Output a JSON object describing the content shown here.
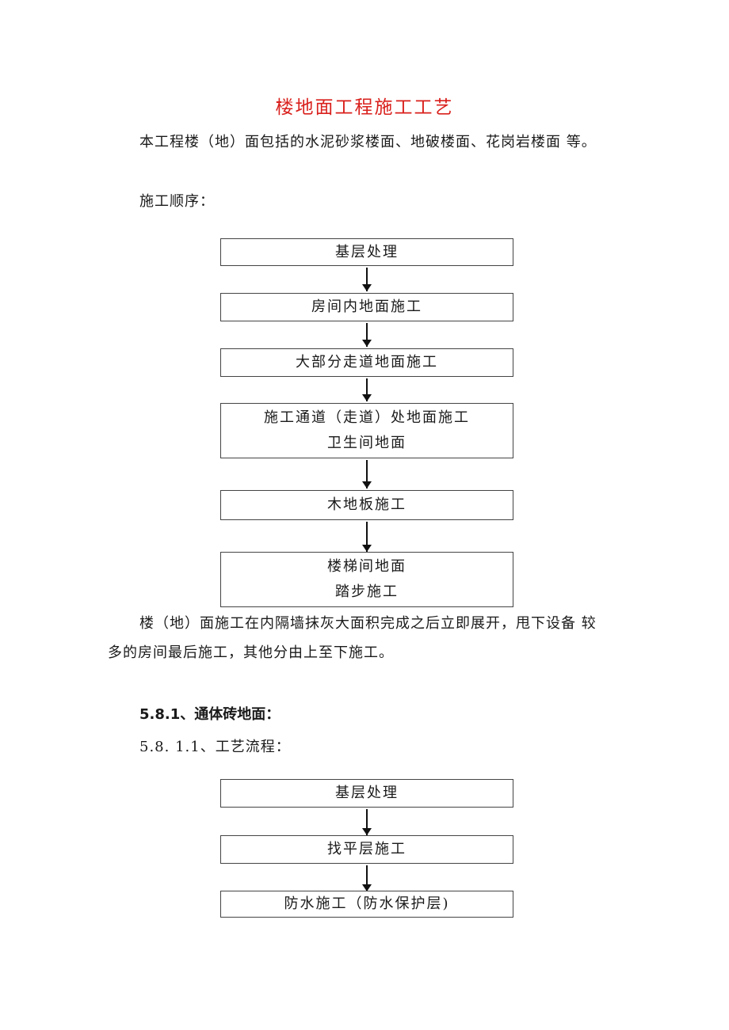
{
  "title": "楼地面工程施工工艺",
  "intro": "本工程楼（地）面包括的水泥砂浆楼面、地破楼面、花岗岩楼面 等。",
  "sequence_label": "施工顺序：",
  "flow1": [
    {
      "lines": [
        "基层处理"
      ]
    },
    {
      "lines": [
        "房间内地面施工"
      ]
    },
    {
      "lines": [
        "大部分走道地面施工"
      ]
    },
    {
      "lines": [
        "施工通道（走道）处地面施工",
        "卫生间地面"
      ]
    },
    {
      "lines": [
        "木地板施工"
      ]
    },
    {
      "lines": [
        "楼梯间地面",
        "踏步施工"
      ]
    }
  ],
  "note_line1": "楼（地）面施工在内隔墙抹灰大面积完成之后立即展开，甩下设备 较",
  "note_line2": "多的房间最后施工，其他分由上至下施工。",
  "section_heading": "5.8.1、通体砖地面：",
  "subsection_heading": "5.8. 1.1、工艺流程：",
  "flow2": [
    {
      "lines": [
        "基层处理"
      ]
    },
    {
      "lines": [
        "找平层施工"
      ]
    },
    {
      "lines": [
        "防水施工（防水保护层)"
      ]
    }
  ]
}
